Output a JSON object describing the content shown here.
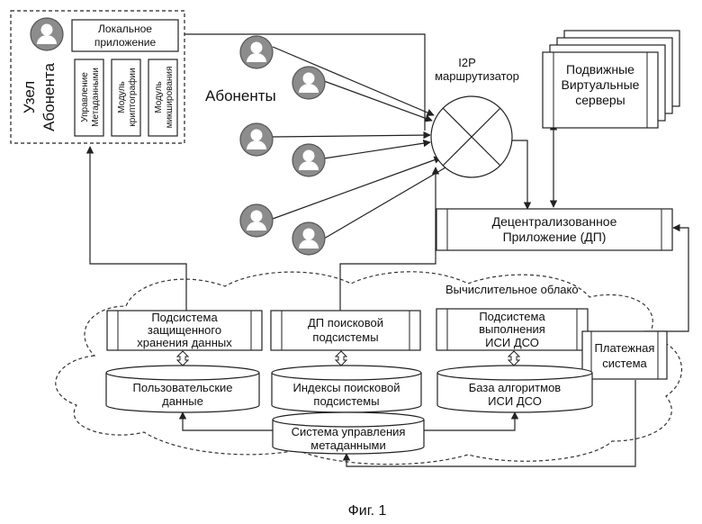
{
  "node": {
    "title_line1": "Узел",
    "title_line2": "Абонента",
    "local_app_line1": "Локальное",
    "local_app_line2": "приложение",
    "metadata_line1": "Управление",
    "metadata_line2": "Метаданными",
    "crypto_line1": "Модуль",
    "crypto_line2": "криптографии",
    "mix_line1": "Модуль",
    "mix_line2": "микширования"
  },
  "subscribers_label": "Абоненты",
  "router": {
    "line1": "I2P",
    "line2": "маршрутизатор"
  },
  "servers": {
    "line1": "Подвижные",
    "line2": "Виртуальные",
    "line3": "серверы"
  },
  "dapp": {
    "line1": "Децентрализованное",
    "line2": "Приложение (ДП)"
  },
  "cloud_label": "Вычислительное облако",
  "secure_storage": {
    "line1": "Подсистема",
    "line2": "защищенного",
    "line3": "хранения данных"
  },
  "search_dapp": {
    "line1": "ДП поисковой",
    "line2": "подсистемы"
  },
  "exec_subsystem": {
    "line1": "Подсистема",
    "line2": "выполнения",
    "line3": "ИСИ ДСО"
  },
  "payment": {
    "line1": "Платежная",
    "line2": "система"
  },
  "user_data": {
    "line1": "Пользовательские",
    "line2": "данные"
  },
  "search_index": {
    "line1": "Индексы поисковой",
    "line2": "подсистемы"
  },
  "algo_base": {
    "line1": "База алгоритмов",
    "line2": "ИСИ ДСО"
  },
  "metadata_mgmt": {
    "line1": "Система управления",
    "line2": "метаданными"
  },
  "caption": "Фиг. 1"
}
